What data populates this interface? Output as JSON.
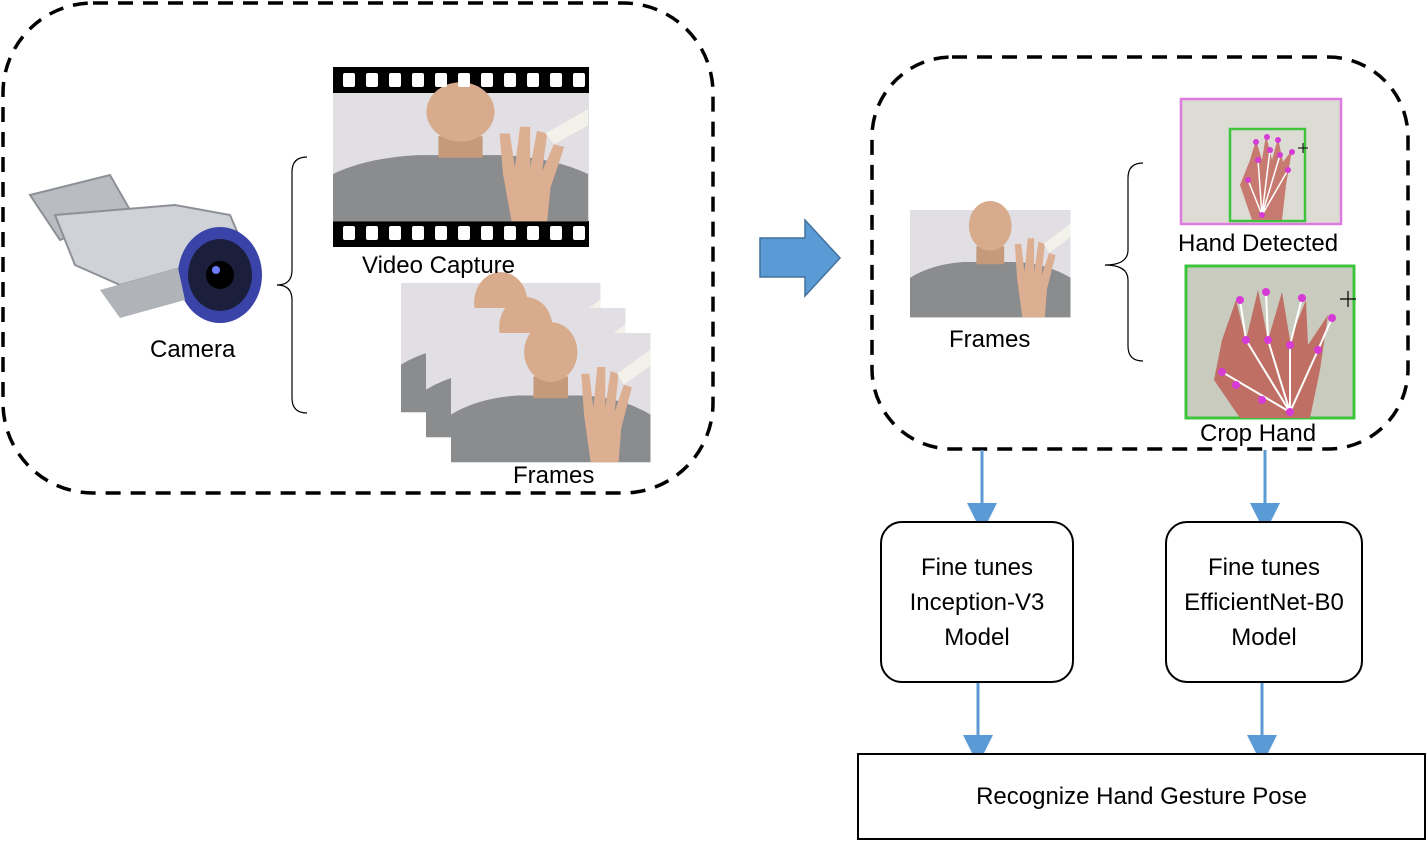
{
  "left_group": {
    "camera_label": "Camera",
    "video_capture_label": "Video Capture",
    "frames_label": "Frames"
  },
  "right_group": {
    "frames_label": "Frames",
    "hand_detected_label": "Hand Detected",
    "crop_hand_label": "Crop Hand"
  },
  "models": {
    "inception": {
      "line1": "Fine tunes",
      "line2": "Inception-V3",
      "line3": "Model"
    },
    "efficientnet": {
      "line1": "Fine tunes",
      "line2": "EfficientNet-B0",
      "line3": "Model"
    }
  },
  "output": {
    "label": "Recognize Hand Gesture Pose"
  },
  "colors": {
    "arrow_fill": "#5B9BD5",
    "connector": "#5B9BD5",
    "dashed_border": "#000000",
    "detect_box": "#3cc43c",
    "landmark": "#d63bd6"
  }
}
